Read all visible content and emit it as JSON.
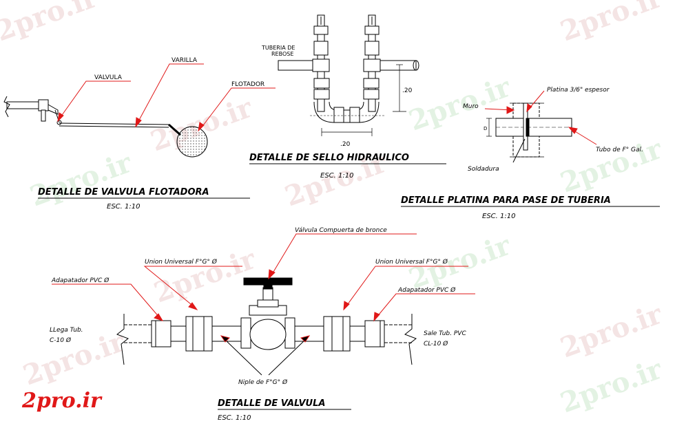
{
  "watermark": {
    "text": "2pro.ir"
  },
  "logo": {
    "text": "2pro.ir"
  },
  "float_valve": {
    "title": "DETALLE DE VALVULA FLOTADORA",
    "scale": "ESC.  1:10",
    "label_valvula": "VALVULA",
    "label_varilla": "VARILLA",
    "label_flotador": "FLOTADOR"
  },
  "hydraulic_seal": {
    "title": "DETALLE DE SELLO HIDRAULICO",
    "scale": "ESC.  1:10",
    "label_tuberia_1": "TUBERIA DE",
    "label_tuberia_2": "REBOSE",
    "dim_vertical": ".20",
    "dim_horizontal": ".20"
  },
  "plate_detail": {
    "title": "DETALLE PLATINA PARA PASE DE TUBERIA",
    "scale": "ESC.  1:10",
    "label_platina": "Platina 3/6\" espesor",
    "label_muro": "Muro",
    "label_tubo": "Tubo de F° Gal.",
    "label_soldadura": "Soldadura",
    "label_d": "D"
  },
  "valve_detail": {
    "title": "DETALLE DE VALVULA",
    "scale": "ESC.  1:10",
    "label_compuerta": "Válvula Compuerta de bronce",
    "label_union_left": "Union Universal F°G° Ø",
    "label_union_right": "Union Universal F°G° Ø",
    "label_adapter_left": "Adapatador PVC Ø",
    "label_adapter_right": "Adapatador PVC Ø",
    "label_llega_1": "LLega Tub.",
    "label_llega_2": "C-10 Ø",
    "label_sale_1": "Sale Tub. PVC",
    "label_sale_2": "CL-10 Ø",
    "label_niple": "Niple de F°G° Ø"
  },
  "colors": {
    "arrow": "#e01818",
    "line": "#000000",
    "watermark": "#f2dede",
    "logo": "#e01818"
  }
}
